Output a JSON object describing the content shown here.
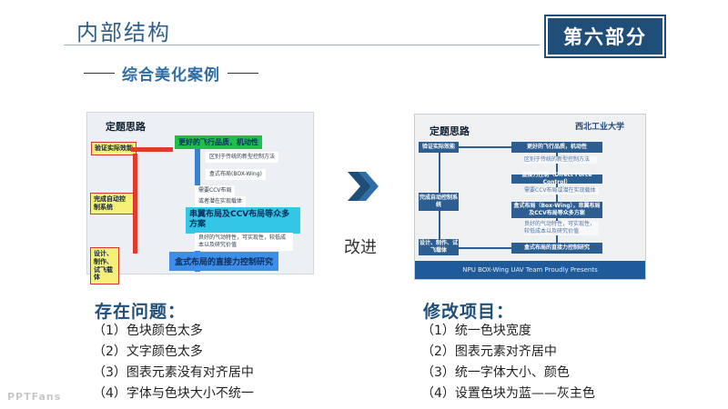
{
  "header": {
    "title": "内部结构",
    "part_badge": "第六部分"
  },
  "subheading": "综合美化案例",
  "old_diagram": {
    "title": "定题思路",
    "verify": "验证实际效能",
    "quality": "更好的飞行品质，机动性",
    "distinct": "区别于传统的新型控制方法",
    "ccv_need": "需要CCV布局",
    "potential": "或者潜在实现载体",
    "faded": "盒式布局(BOX-Wing)",
    "serial": "串翼布局及CCV布局等众多方案",
    "good": "良好的气动特性，可实现性，较低成本以及研究价值",
    "box_direct": "盒式布局的直接力控制研究",
    "control_system": "完成自动控制系统",
    "design": "设计、制作、试飞载体"
  },
  "arrow": {
    "label": "改进"
  },
  "new_diagram": {
    "title": "定题思路",
    "logo": "西北工业大学",
    "verify": "验证实际效能",
    "quality": "更好的飞行品质，机动性",
    "distinct": "区别于传统的新型控制方法",
    "dfc": "直接力控制（Direct Force Control）",
    "ccv": "需要CCV布局或潜在实现载体",
    "box_serial": "盒式布局（Box-Wing），串翼布局及CCV布局等众多方案",
    "good": "良好的气动特性，可实现性，较低成本以及研究价值",
    "auto": "完成自动控制系统",
    "design": "设计、制作、试飞载体",
    "box_direct": "盒式布局的直接力控制研究",
    "footer": "NPU BOX-Wing UAV Team Proudly Presents"
  },
  "problems": {
    "title": "存在问题：",
    "items": [
      "（1）色块颜色太多",
      "（2）文字颜色太多",
      "（3）图表元素没有对齐居中",
      "（4）字体与色块大小不统一"
    ]
  },
  "fixes": {
    "title": "修改项目：",
    "items": [
      "（1）统一色块宽度",
      "（2）图表元素对齐居中",
      "（3）统一字体大小、颜色",
      "（4）设置色块为蓝——灰主色"
    ]
  },
  "watermark": "PPTFans",
  "colors": {
    "primary": "#1f4e79",
    "accent": "#2f6da6"
  }
}
